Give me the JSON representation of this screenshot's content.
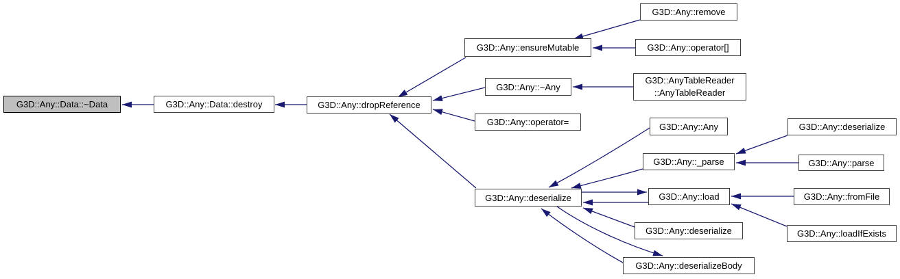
{
  "diagram": {
    "colors": {
      "edge": "#191970",
      "node_border": "#404040",
      "node_fill": "#ffffff",
      "node_text": "#000000",
      "highlight_fill": "#bfbfbf",
      "highlight_border": "#000000",
      "background": "#ffffff"
    },
    "nodes": [
      {
        "id": "data_dtor",
        "label": "G3D::Any::Data::~Data",
        "highlighted": true
      },
      {
        "id": "destroy",
        "label": "G3D::Any::Data::destroy"
      },
      {
        "id": "drop_reference",
        "label": "G3D::Any::dropReference"
      },
      {
        "id": "ensure_mutable",
        "label": "G3D::Any::ensureMutable"
      },
      {
        "id": "remove",
        "label": "G3D::Any::remove"
      },
      {
        "id": "operator_index",
        "label": "G3D::Any::operator[]"
      },
      {
        "id": "any_dtor",
        "label": "G3D::Any::~Any"
      },
      {
        "id": "any_table_reader",
        "label_line1": "G3D::AnyTableReader",
        "label_line2": "::AnyTableReader"
      },
      {
        "id": "operator_assign",
        "label": "G3D::Any::operator="
      },
      {
        "id": "deserialize_main",
        "label": "G3D::Any::deserialize"
      },
      {
        "id": "any_ctor",
        "label": "G3D::Any::Any"
      },
      {
        "id": "parse_underscore",
        "label": "G3D::Any::_parse"
      },
      {
        "id": "load",
        "label": "G3D::Any::load"
      },
      {
        "id": "deserialize_row",
        "label": "G3D::Any::deserialize"
      },
      {
        "id": "deserialize_body",
        "label": "G3D::Any::deserializeBody"
      },
      {
        "id": "deserialize_right",
        "label": "G3D::Any::deserialize"
      },
      {
        "id": "parse",
        "label": "G3D::Any::parse"
      },
      {
        "id": "from_file",
        "label": "G3D::Any::fromFile"
      },
      {
        "id": "load_if_exists",
        "label": "G3D::Any::loadIfExists"
      }
    ],
    "edges": [
      {
        "from": "destroy",
        "to": "data_dtor"
      },
      {
        "from": "drop_reference",
        "to": "destroy"
      },
      {
        "from": "ensure_mutable",
        "to": "drop_reference"
      },
      {
        "from": "any_dtor",
        "to": "drop_reference"
      },
      {
        "from": "operator_assign",
        "to": "drop_reference"
      },
      {
        "from": "deserialize_main",
        "to": "drop_reference"
      },
      {
        "from": "remove",
        "to": "ensure_mutable"
      },
      {
        "from": "operator_index",
        "to": "ensure_mutable"
      },
      {
        "from": "any_table_reader",
        "to": "any_dtor"
      },
      {
        "from": "any_ctor",
        "to": "deserialize_main"
      },
      {
        "from": "parse_underscore",
        "to": "deserialize_main"
      },
      {
        "from": "deserialize_main",
        "to": "load"
      },
      {
        "from": "load",
        "to": "deserialize_main"
      },
      {
        "from": "deserialize_row",
        "to": "deserialize_main"
      },
      {
        "from": "deserialize_body",
        "to": "deserialize_main"
      },
      {
        "from": "deserialize_main",
        "to": "deserialize_body"
      },
      {
        "from": "deserialize_right",
        "to": "parse_underscore"
      },
      {
        "from": "parse",
        "to": "parse_underscore"
      },
      {
        "from": "from_file",
        "to": "load"
      },
      {
        "from": "load_if_exists",
        "to": "load"
      }
    ]
  }
}
